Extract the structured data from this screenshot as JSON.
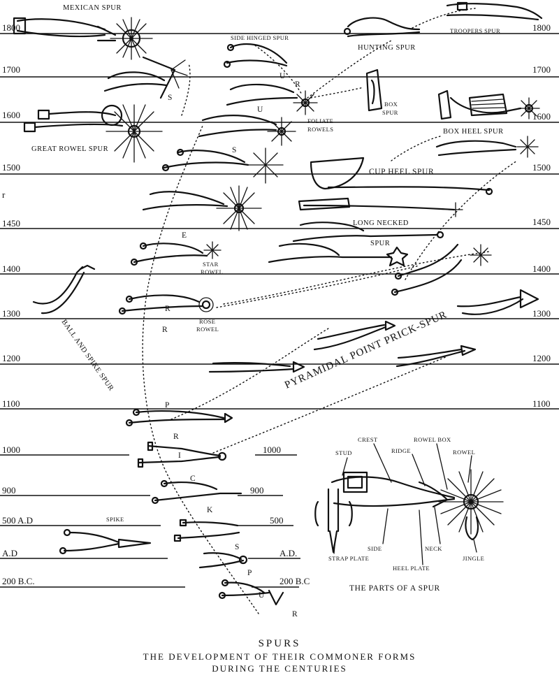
{
  "year_labels": [
    "1800",
    "1700",
    "1600",
    "1500",
    "1450",
    "1400",
    "1300",
    "1200",
    "1100",
    "1000",
    "900",
    "500 A.D",
    "A.D",
    "200 B.C.",
    "r"
  ],
  "year_labels_right": [
    "1800",
    "1700",
    "1600",
    "1500",
    "1450",
    "1400",
    "1300",
    "1200",
    "1100",
    "1000",
    "900",
    "500",
    "A.D.",
    "200 B.C"
  ],
  "labels": {
    "mexican_spur": "MEXICAN SPUR",
    "side_hinged_spur": "SIDE HINGED SPUR",
    "hunting_spur": "HUNTING SPUR",
    "troopers_spur": "TROOPERS SPUR",
    "box_spur_1": "BOX",
    "box_spur_2": "SPUR",
    "foliate_rowels_1": "FOLIATE",
    "foliate_rowels_2": "ROWELS",
    "great_rowel_spur": "GREAT ROWEL SPUR",
    "box_heel_spur": "BOX HEEL SPUR",
    "cup_heel_spur": "CUP HEEL SPUR",
    "long_necked": "LONG NECKED",
    "spur": "SPUR",
    "star_rowel_1": "STAR",
    "star_rowel_2": "ROWEL",
    "rose_rowel_1": "ROSE",
    "rose_rowel_2": "ROWEL",
    "ball_and_spike_spur": "BALL AND SPIKE SPUR",
    "pyramidal_point_prick_spur": "PYRAMIDAL POINT PRICK-SPUR",
    "spike": "SPIKE"
  },
  "letters": {
    "u1": "U",
    "r1": "R",
    "s1": "S",
    "u2": "U",
    "s2": "S",
    "e": "E",
    "r2": "R",
    "r3": "R",
    "p1": "P",
    "r4": "R",
    "i": "I",
    "c": "C",
    "k": "K",
    "s3": "S",
    "p2": "P",
    "u3": "U",
    "r5": "R"
  },
  "parts": {
    "title": "THE PARTS OF A SPUR",
    "stud": "STUD",
    "crest": "CREST",
    "ridge": "RIDGE",
    "rowel_box": "ROWEL BOX",
    "rowel": "ROWEL",
    "side": "SIDE",
    "strap_plate": "STRAP PLATE",
    "heel_plate": "HEEL PLATE",
    "neck": "NECK",
    "jingle": "JINGLE"
  },
  "caption": {
    "title": "SPURS",
    "line1": "THE DEVELOPMENT OF THEIR COMMONER FORMS",
    "line2": "DURING THE CENTURIES"
  }
}
